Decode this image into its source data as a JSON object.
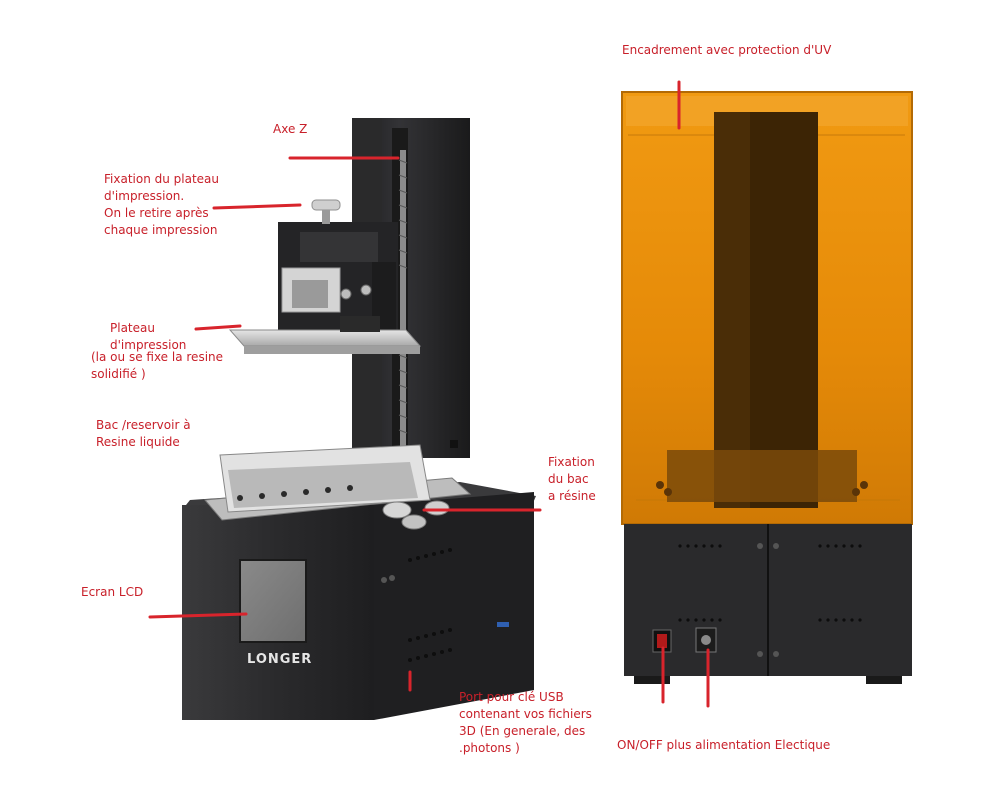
{
  "labels": {
    "axe_z": "Axe Z",
    "fixation_plateau": "Fixation du plateau\nd'impression.\nOn le retire après\nchaque impression",
    "plateau": "Plateau\nd'impression",
    "plateau_note": "(la ou se fixe la resine\nsolidifié )",
    "bac": "Bac /reservoir à\nResine liquide",
    "fixation_bac": "Fixation\ndu bac\na résine",
    "ecran": "Ecran LCD",
    "port_usb": "Port pour clé USB\ncontenant vos fichiers\n3D (En generale, des\n.photons )",
    "encadrement": "Encadrement avec protection d'UV",
    "onoff": "ON/OFF  plus alimentation Electique"
  },
  "brand": "LONGER",
  "colors": {
    "label_red": "#c8202a",
    "uv_orange": "#e8900c",
    "body_dark": "#2b2b2d",
    "metal": "#c9c9c9"
  }
}
